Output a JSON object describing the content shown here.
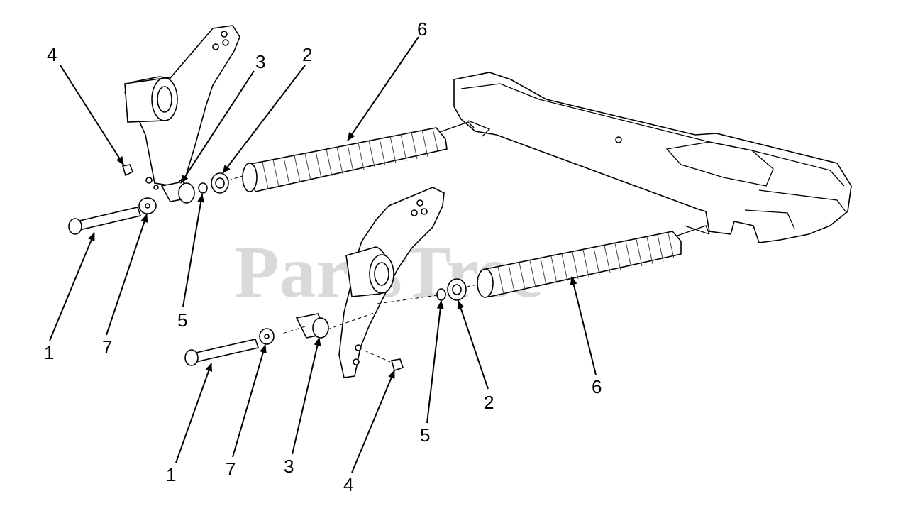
{
  "watermark": "PartsTree",
  "callouts": {
    "upper": [
      "4",
      "3",
      "2",
      "6",
      "1",
      "7",
      "5"
    ],
    "lower": [
      "1",
      "7",
      "3",
      "4",
      "5",
      "2",
      "6"
    ]
  }
}
